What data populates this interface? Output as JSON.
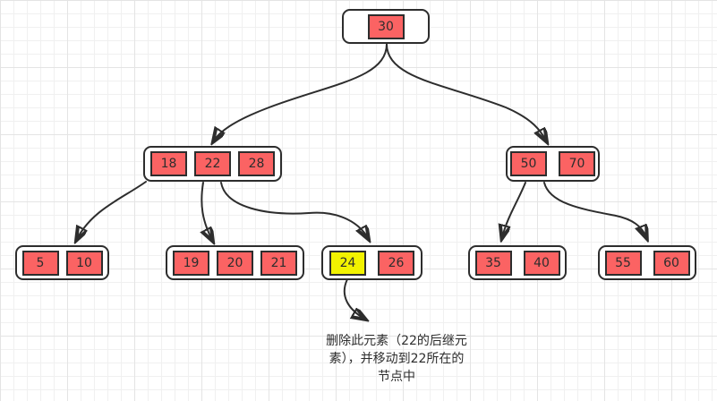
{
  "tree": {
    "root": {
      "keys": [
        "30"
      ]
    },
    "internal_left": {
      "keys": [
        "18",
        "22",
        "28"
      ]
    },
    "internal_right": {
      "keys": [
        "50",
        "70"
      ]
    },
    "leaf1": {
      "keys": [
        "5",
        "10"
      ]
    },
    "leaf2": {
      "keys": [
        "19",
        "20",
        "21"
      ]
    },
    "leaf3": {
      "keys": [
        "24",
        "26"
      ],
      "highlighted_key": "24"
    },
    "leaf4": {
      "keys": [
        "35",
        "40"
      ]
    },
    "leaf5": {
      "keys": [
        "55",
        "60"
      ]
    }
  },
  "annotation": {
    "lines": [
      "删除此元素（22的后继元",
      "素），并移动到22所在的",
      "节点中"
    ],
    "full_text": "删除此元素（22的后继元素），并移动到22所在的节点中"
  },
  "colors": {
    "key_fill": "#fb6363",
    "key_highlight_fill": "#f2f200",
    "node_fill": "#ffffff",
    "outline": "#2d2d2d",
    "grid_minor": "#f0f0f0",
    "grid_major": "#e4e4e4"
  }
}
